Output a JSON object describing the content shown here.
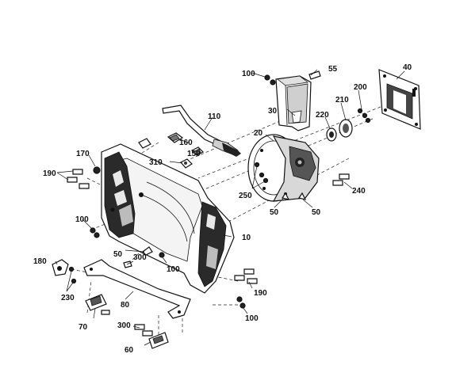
{
  "diagram": {
    "labels": {
      "p10": "10",
      "p20": "20",
      "p30": "30",
      "p40": "40",
      "p50a": "50",
      "p50b": "50",
      "p50c": "50",
      "p55": "55",
      "p60": "60",
      "p70": "70",
      "p80": "80",
      "p100a": "100",
      "p100b": "100",
      "p100c": "100",
      "p100d": "100",
      "p110": "110",
      "p150": "150",
      "p160": "160",
      "p170": "170",
      "p180": "180",
      "p190a": "190",
      "p190b": "190",
      "p200": "200",
      "p210": "210",
      "p220": "220",
      "p230": "230",
      "p240": "240",
      "p250": "250",
      "p300a": "300",
      "p300b": "300",
      "p310": "310"
    }
  }
}
